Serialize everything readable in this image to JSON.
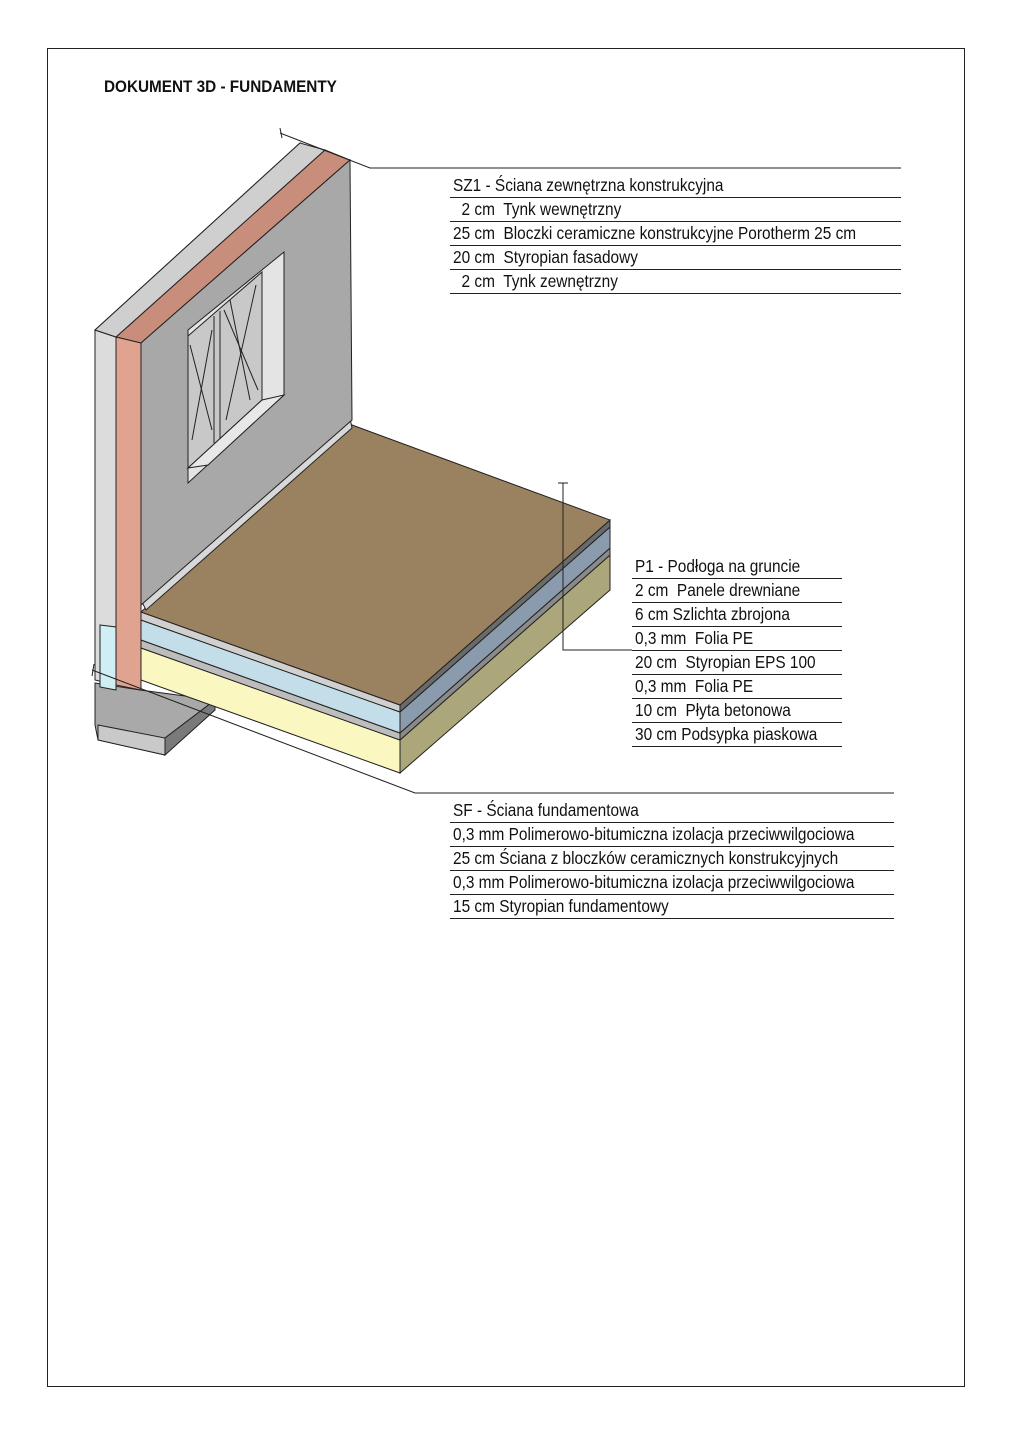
{
  "title": "DOKUMENT 3D - FUNDAMENTY",
  "sz1": {
    "header": "SZ1 - Ściana zewnętrzna konstrukcyjna",
    "layers": [
      "  2 cm  Tynk wewnętrzny",
      "25 cm  Bloczki ceramiczne konstrukcyjne Porotherm 25 cm",
      "20 cm  Styropian fasadowy",
      "  2 cm  Tynk zewnętrzny"
    ]
  },
  "p1": {
    "header": "P1 - Podłoga na gruncie",
    "layers": [
      "2 cm  Panele drewniane",
      "6 cm Szlichta zbrojona",
      "0,3 mm  Folia PE",
      "20 cm  Styropian EPS 100",
      "0,3 mm  Folia PE",
      "10 cm  Płyta betonowa",
      "30 cm Podsypka piaskowa"
    ]
  },
  "sf": {
    "header": "SF - Ściana fundamentowa",
    "layers": [
      "0,3 mm Polimerowo-bitumiczna izolacja przeciwwilgociowa",
      "25 cm Ściana z bloczków ceramicznych konstrukcyjnych",
      "0,3 mm Polimerowo-bitumiczna izolacja przeciwwilgociowa",
      "15 cm Styropian fundamentowy"
    ]
  },
  "colors": {
    "plaster": "#a8a8a8",
    "plaster_light": "#dcdcdc",
    "brick": "#dfa38f",
    "floor": "#9a8160",
    "eps": "#c3dde9",
    "eps_side": "#8a9bad",
    "sand": "#fbf7c0",
    "sand_side": "#aba77a",
    "concrete": "#bdbdbd"
  }
}
